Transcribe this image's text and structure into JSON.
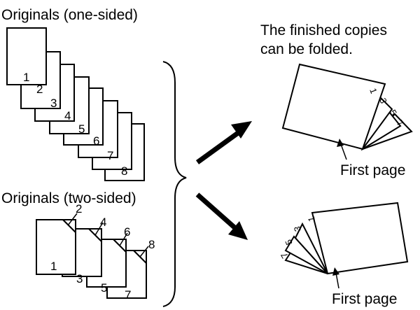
{
  "labels": {
    "originals_one_sided": "Originals (one-sided)",
    "originals_two_sided": "Originals (two-sided)",
    "finished_line1": "The finished copies",
    "finished_line2": "can be folded.",
    "first_page_top": "First page",
    "first_page_bottom": "First page"
  },
  "one_sided_pages": [
    "1",
    "2",
    "3",
    "4",
    "5",
    "6",
    "7",
    "8"
  ],
  "two_sided_sheets": [
    {
      "front": "1",
      "back": "2"
    },
    {
      "front": "3",
      "back": "4"
    },
    {
      "front": "5",
      "back": "6"
    },
    {
      "front": "7",
      "back": "8"
    }
  ],
  "booklet_top_numbers": [
    "1",
    "3",
    "5",
    "7"
  ],
  "booklet_bottom_numbers": [
    "1",
    "3",
    "5",
    "7"
  ],
  "colors": {
    "ink": "#000000",
    "paper": "#ffffff"
  }
}
